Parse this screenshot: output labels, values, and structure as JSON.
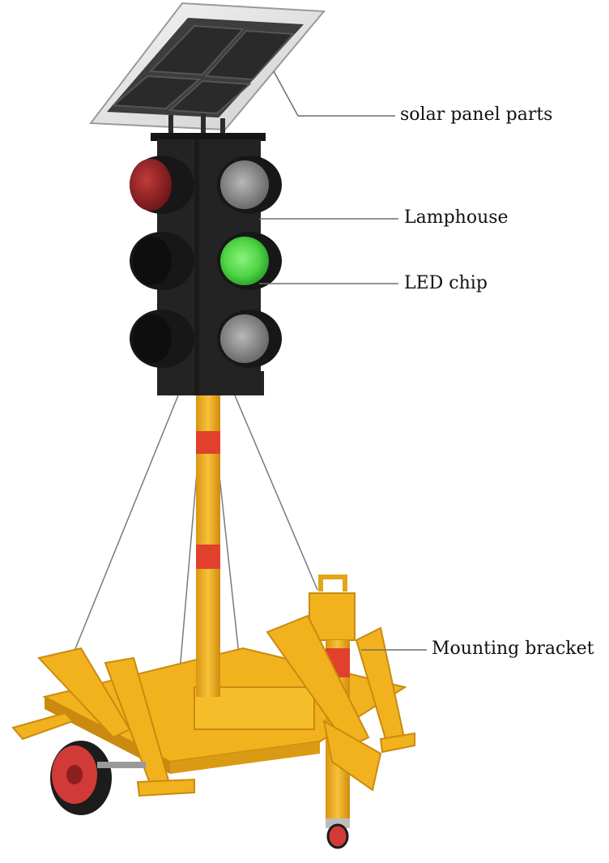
{
  "labels": {
    "solar_panel": "solar panel parts",
    "lamphouse": "Lamphouse",
    "led_chip": "LED chip",
    "mounting_bracket": "Mounting bracket"
  },
  "colors": {
    "trailer_yellow": "#f2b21e",
    "stripe_red": "#e0402c",
    "lamphouse_black": "#232323",
    "led_green": "#4fd646",
    "led_red": "#8f1e20",
    "wheel_red": "#d23a37",
    "panel_frame": "#3a3a3a",
    "leader_line": "#6e6e6e"
  }
}
